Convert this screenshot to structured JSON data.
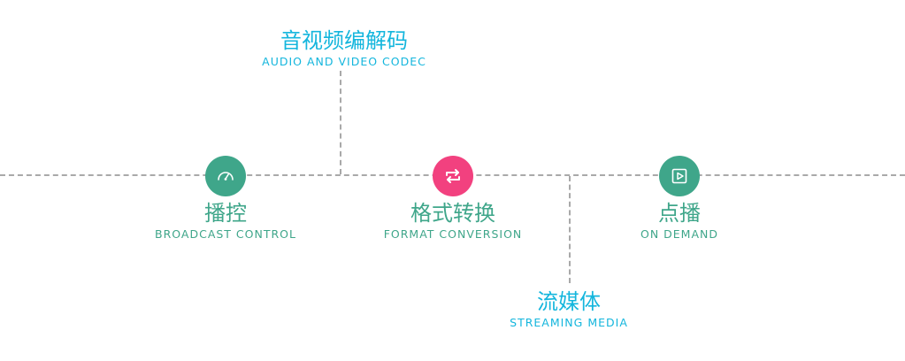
{
  "colors": {
    "green": "#3fa68a",
    "pink": "#f2417f",
    "cyan": "#14b6dd",
    "line": "#a9a9a9"
  },
  "nodes": [
    {
      "key": "broadcast",
      "icon": "speedometer-icon",
      "zh": "播控",
      "en": "BROADCAST CONTROL"
    },
    {
      "key": "format",
      "icon": "swap-arrows-icon",
      "zh": "格式转换",
      "en": "FORMAT CONVERSION"
    },
    {
      "key": "vod",
      "icon": "play-square-icon",
      "zh": "点播",
      "en": "ON DEMAND"
    }
  ],
  "branches": [
    {
      "key": "codec",
      "zh": "音视频编解码",
      "en": "AUDIO AND VIDEO CODEC"
    },
    {
      "key": "streaming",
      "zh": "流媒体",
      "en": "STREAMING MEDIA"
    }
  ]
}
